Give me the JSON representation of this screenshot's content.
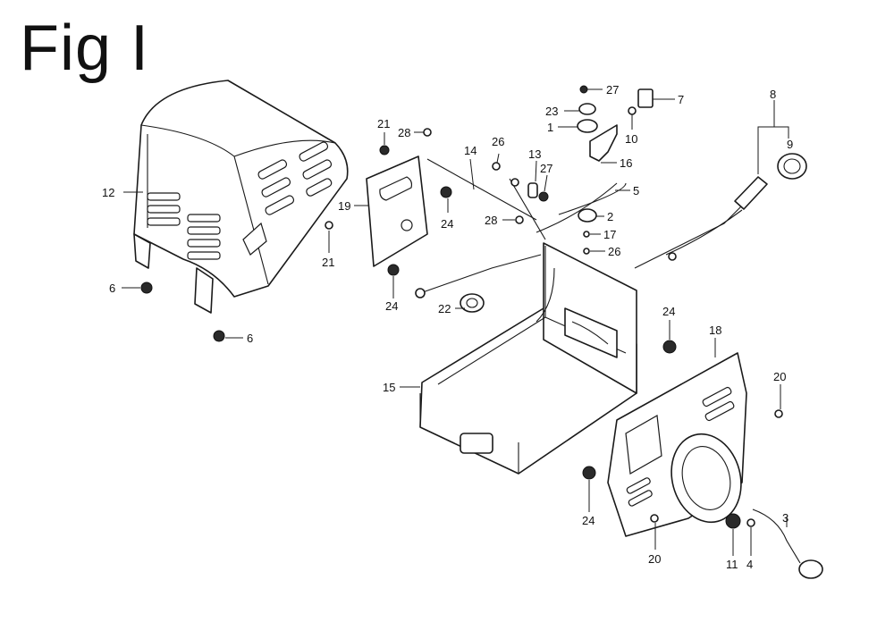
{
  "figure": {
    "title": "Fig I"
  },
  "callouts": [
    {
      "id": "c1",
      "label": "27"
    },
    {
      "id": "c2",
      "label": "7"
    },
    {
      "id": "c3",
      "label": "8"
    },
    {
      "id": "c4",
      "label": "23"
    },
    {
      "id": "c5",
      "label": "1"
    },
    {
      "id": "c6",
      "label": "10"
    },
    {
      "id": "c7",
      "label": "9"
    },
    {
      "id": "c8",
      "label": "21"
    },
    {
      "id": "c9",
      "label": "28"
    },
    {
      "id": "c10",
      "label": "26"
    },
    {
      "id": "c11",
      "label": "14"
    },
    {
      "id": "c12",
      "label": "13"
    },
    {
      "id": "c13",
      "label": "27"
    },
    {
      "id": "c14",
      "label": "16"
    },
    {
      "id": "c15",
      "label": "12"
    },
    {
      "id": "c16",
      "label": "5"
    },
    {
      "id": "c17",
      "label": "19"
    },
    {
      "id": "c18",
      "label": "24"
    },
    {
      "id": "c19",
      "label": "28"
    },
    {
      "id": "c20",
      "label": "2"
    },
    {
      "id": "c21",
      "label": "17"
    },
    {
      "id": "c22",
      "label": "26"
    },
    {
      "id": "c23",
      "label": "21"
    },
    {
      "id": "c24",
      "label": "6"
    },
    {
      "id": "c25",
      "label": "24"
    },
    {
      "id": "c26",
      "label": "22"
    },
    {
      "id": "c27",
      "label": "24"
    },
    {
      "id": "c28",
      "label": "6"
    },
    {
      "id": "c29",
      "label": "18"
    },
    {
      "id": "c30",
      "label": "15"
    },
    {
      "id": "c31",
      "label": "20"
    },
    {
      "id": "c32",
      "label": "24"
    },
    {
      "id": "c33",
      "label": "3"
    },
    {
      "id": "c34",
      "label": "20"
    },
    {
      "id": "c35",
      "label": "11"
    },
    {
      "id": "c36",
      "label": "4"
    }
  ]
}
